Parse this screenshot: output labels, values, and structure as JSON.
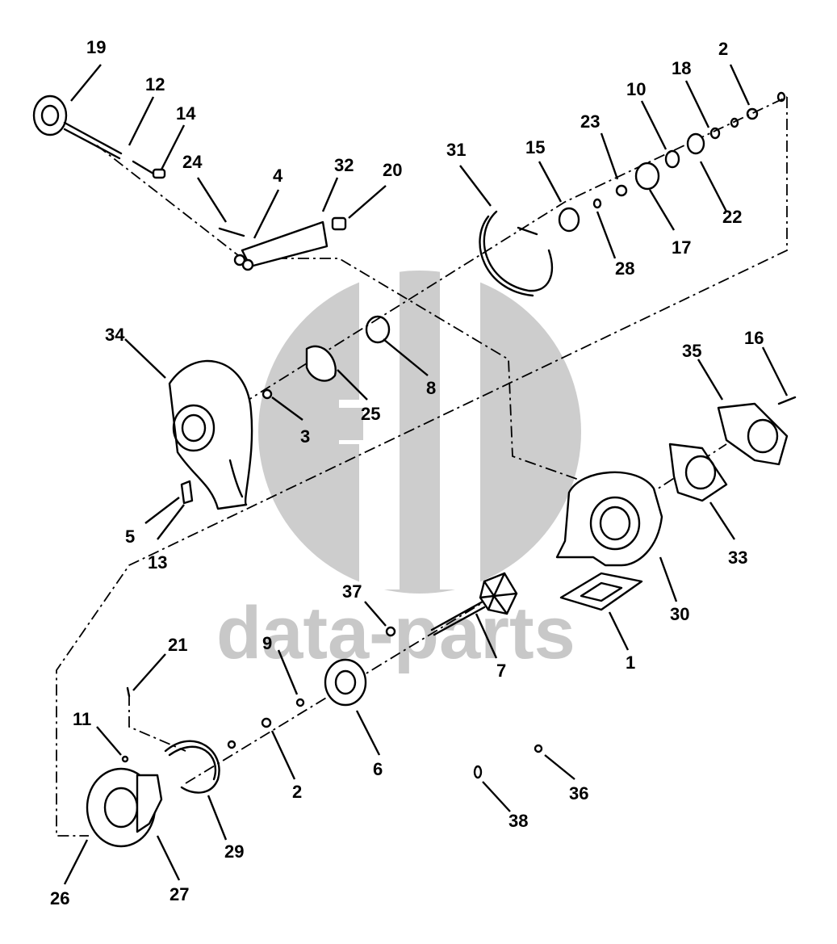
{
  "watermark": {
    "text": "data-parts",
    "logo": "gb-monogram-logo",
    "color": "#c8c8c8"
  },
  "callouts": [
    {
      "id": "c19",
      "label": "19"
    },
    {
      "id": "c12",
      "label": "12"
    },
    {
      "id": "c14",
      "label": "14"
    },
    {
      "id": "c24",
      "label": "24"
    },
    {
      "id": "c4",
      "label": "4"
    },
    {
      "id": "c32",
      "label": "32"
    },
    {
      "id": "c20",
      "label": "20"
    },
    {
      "id": "c31",
      "label": "31"
    },
    {
      "id": "c15",
      "label": "15"
    },
    {
      "id": "c23",
      "label": "23"
    },
    {
      "id": "c10",
      "label": "10"
    },
    {
      "id": "c18",
      "label": "18"
    },
    {
      "id": "c2a",
      "label": "2"
    },
    {
      "id": "c22",
      "label": "22"
    },
    {
      "id": "c17",
      "label": "17"
    },
    {
      "id": "c28",
      "label": "28"
    },
    {
      "id": "c34",
      "label": "34"
    },
    {
      "id": "c25",
      "label": "25"
    },
    {
      "id": "c8",
      "label": "8"
    },
    {
      "id": "c3",
      "label": "3"
    },
    {
      "id": "c35",
      "label": "35"
    },
    {
      "id": "c16",
      "label": "16"
    },
    {
      "id": "c5",
      "label": "5"
    },
    {
      "id": "c13",
      "label": "13"
    },
    {
      "id": "c33",
      "label": "33"
    },
    {
      "id": "c30",
      "label": "30"
    },
    {
      "id": "c37",
      "label": "37"
    },
    {
      "id": "c7",
      "label": "7"
    },
    {
      "id": "c1",
      "label": "1"
    },
    {
      "id": "c21",
      "label": "21"
    },
    {
      "id": "c9",
      "label": "9"
    },
    {
      "id": "c11",
      "label": "11"
    },
    {
      "id": "c6",
      "label": "6"
    },
    {
      "id": "c2b",
      "label": "2"
    },
    {
      "id": "c36",
      "label": "36"
    },
    {
      "id": "c29",
      "label": "29"
    },
    {
      "id": "c38",
      "label": "38"
    },
    {
      "id": "c26",
      "label": "26"
    },
    {
      "id": "c27",
      "label": "27"
    }
  ]
}
